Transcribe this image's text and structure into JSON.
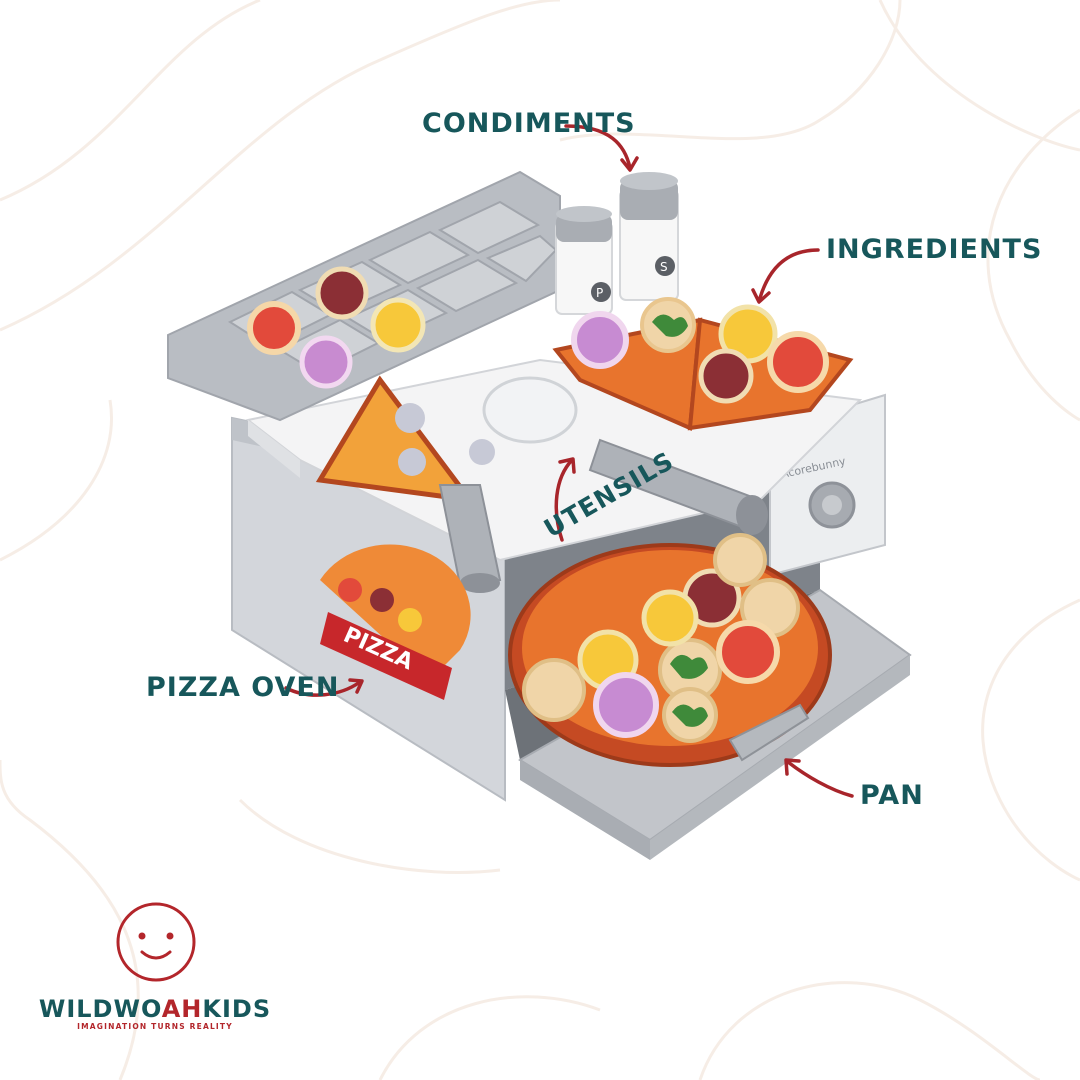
{
  "callouts": {
    "condiments": "CONDIMENTS",
    "ingredients": "INGREDIENTS",
    "utensils": "UTENSILS",
    "pizza_oven": "PIZZA OVEN",
    "pan": "PAN"
  },
  "product": {
    "oven_banner": "PIZZA",
    "brand_plate": "Acorebunny",
    "shaker_left": "P",
    "shaker_right": "S"
  },
  "brand": {
    "name_part1": "WILDWO",
    "name_part2": "AH",
    "name_part3": "KIDS",
    "tagline": "IMAGINATION TURNS REALITY"
  },
  "colors": {
    "callout_text": "#17575b",
    "arrow": "#a8252b",
    "brand_red": "#b3262b",
    "brand_teal": "#17575b",
    "oven_grey": "#c9ccd1"
  }
}
